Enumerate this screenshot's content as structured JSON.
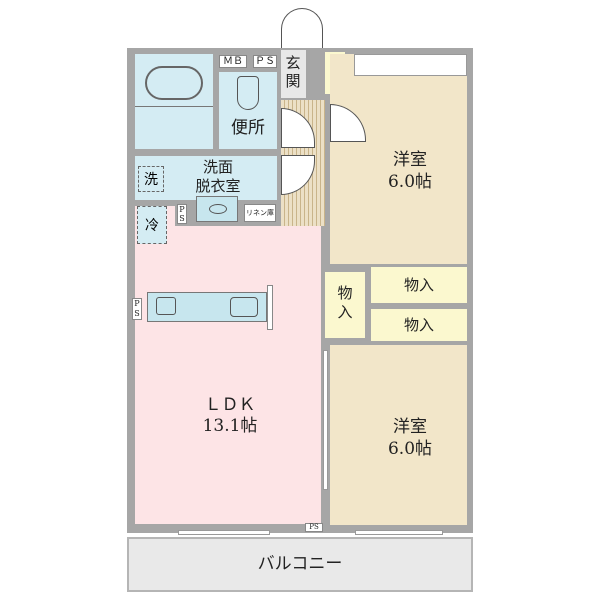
{
  "floorplan": {
    "rooms": {
      "ldk": {
        "name": "ＬＤＫ",
        "size": "13.1帖"
      },
      "western_room_1": {
        "name": "洋室",
        "size": "6.0帖"
      },
      "western_room_2": {
        "name": "洋室",
        "size": "6.0帖"
      },
      "toilet": {
        "name": "便所"
      },
      "washroom": {
        "name": "洗面\n脱衣室"
      },
      "entrance": {
        "name": "玄\n関"
      },
      "balcony": {
        "name": "バルコニー"
      },
      "storage_vertical": {
        "name": "物\n入"
      },
      "storage_top": {
        "name": "物入"
      },
      "storage_bottom": {
        "name": "物入"
      }
    },
    "fixtures": {
      "mb": "ＭＢ",
      "ps_top": "ＰＳ",
      "ps_wash": "P\nS",
      "ps_kitchen": "P\nS",
      "ps_bottom": "PS",
      "linen": "リネン庫",
      "washer": "洗",
      "fridge": "冷"
    },
    "colors": {
      "wall": "#a6a6a6",
      "wet_area": "#d4ecf3",
      "ldk": "#fde4e6",
      "western": "#f2e6c9",
      "storage": "#fbf8cf",
      "balcony": "#e9e9e9"
    }
  }
}
